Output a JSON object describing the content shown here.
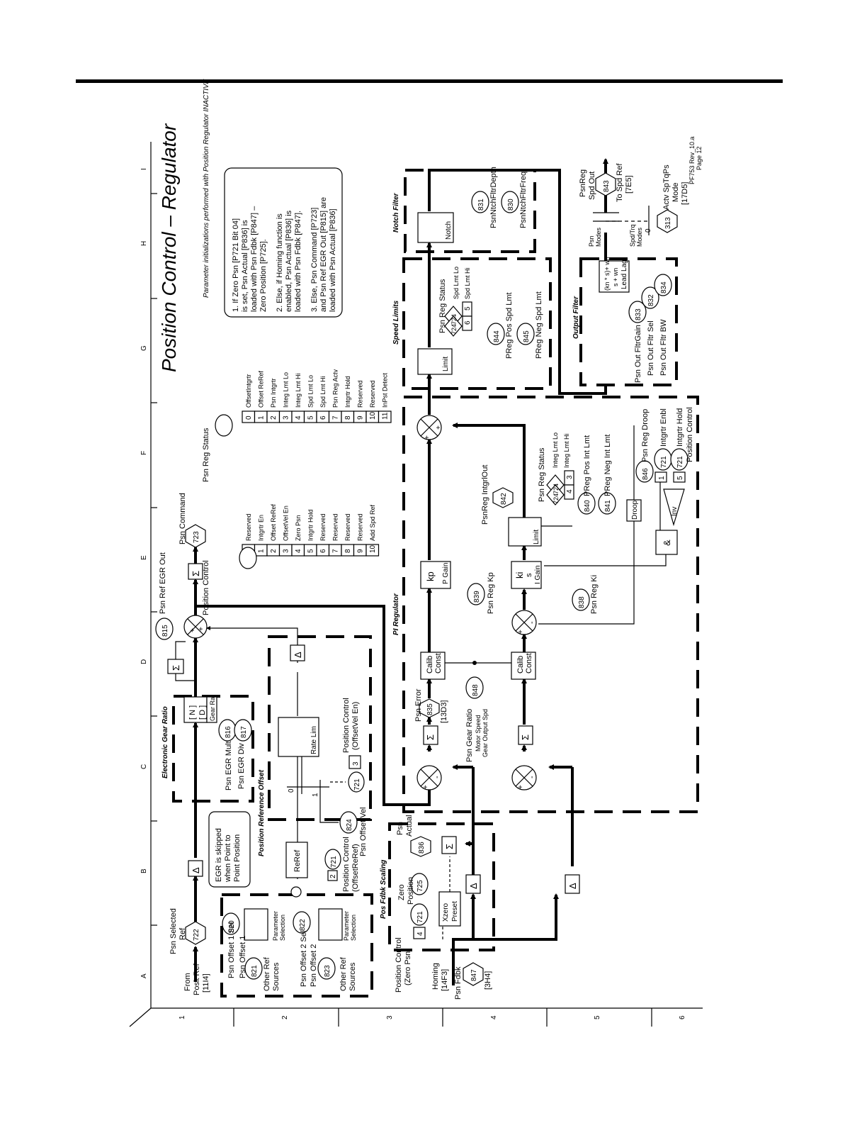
{
  "page": {
    "title": "Position Control – Regulator",
    "doc_ref": "PF753 Rev_10.a",
    "page_ref": "Page 12"
  },
  "grid": {
    "columns": [
      "A",
      "B",
      "C",
      "D",
      "E",
      "F",
      "G",
      "H",
      "I"
    ],
    "rows": [
      "1",
      "2",
      "3",
      "4",
      "5",
      "6"
    ]
  },
  "notes": {
    "init_heading": "Parameter initializations performed with Position Regulator INACTIVE",
    "init_items": [
      "1. If Zero Psn [P721 Bit 04] is set, Psn Actual [P836] is loaded with Psn Fdbk [P847] – Zero Position [P725].",
      "2. Else, if Homing function is enabled, Psn Actual [P836] is loaded with Psn Fdbk [P847].",
      "3. Else, Psn Command [P723] and Psn Ref EGR Out [P815] are loaded with Psn Actual [P836]"
    ],
    "egr_skip": "EGR is skipped when Point to Point Position control is active."
  },
  "sections": {
    "egr": "Electronic Gear Ratio",
    "pro": "Position Reference Offset",
    "pi": "PI Regulator",
    "speed": "Speed Limits",
    "notch": "Notch Filter",
    "output": "Output Filter",
    "pfs": "Pos Fdbk Scaling"
  },
  "position_control_table": {
    "title": "Position Control",
    "param": "721",
    "bits": [
      {
        "n": "0",
        "name": "Reserved"
      },
      {
        "n": "1",
        "name": "Intgrtr En"
      },
      {
        "n": "2",
        "name": "Offset ReRef"
      },
      {
        "n": "3",
        "name": "OffsetVel En"
      },
      {
        "n": "4",
        "name": "Zero Psn"
      },
      {
        "n": "5",
        "name": "Intgrtr Hold"
      },
      {
        "n": "6",
        "name": "Reserved"
      },
      {
        "n": "7",
        "name": "Reserved"
      },
      {
        "n": "8",
        "name": "Reserved"
      },
      {
        "n": "9",
        "name": "Reserved"
      },
      {
        "n": "10",
        "name": "Add Spd Ref"
      }
    ]
  },
  "psn_reg_status_table": {
    "title": "Psn Reg Status",
    "param": "724",
    "bits": [
      {
        "n": "0",
        "name": "OffsetIntgrtr"
      },
      {
        "n": "1",
        "name": "Offset ReRef"
      },
      {
        "n": "2",
        "name": "Psn Intgrtr"
      },
      {
        "n": "3",
        "name": "Integ Lmt Lo"
      },
      {
        "n": "4",
        "name": "Integ Lmt Hi"
      },
      {
        "n": "5",
        "name": "Spd Lmt Lo"
      },
      {
        "n": "6",
        "name": "Spd Lmt Hi"
      },
      {
        "n": "7",
        "name": "Psn Reg Actv"
      },
      {
        "n": "8",
        "name": "Intgrtr Hold"
      },
      {
        "n": "9",
        "name": "Reserved"
      },
      {
        "n": "10",
        "name": "Reserved"
      },
      {
        "n": "11",
        "name": "InPst Detect"
      }
    ]
  },
  "labels": {
    "from_posit_ref": "From",
    "posit_ref_l2": "Posit Ref",
    "posit_ref_l3": "[11I4]",
    "psn_selected_ref": "Psn Selected",
    "psn_selected_ref_l2": "Ref",
    "p722": "722",
    "psn_offset1_sel": "Psn Offset 1 Sel",
    "p820": "820",
    "psn_offset1": "Psn Offset 1",
    "p821": "821",
    "other_ref_sources": "Other Ref",
    "other_ref_sources_l2": "Sources",
    "param_sel": "Parameter",
    "param_sel_l2": "Selection",
    "psn_offset2_sel": "Psn Offset 2 Sel",
    "p822": "822",
    "psn_offset2": "Psn Offset 2",
    "p823": "823",
    "reref": "ReRef",
    "pc_offset_reref": "Position Control",
    "pc_offset_reref_l2": "(OffsetReRef)",
    "p721": "721",
    "bit2": "2",
    "bit3": "3",
    "bit4": "4",
    "bit1": "1",
    "bit5": "5",
    "rate_lim": "Rate Lim",
    "pc_offsetvel": "Position Control",
    "pc_offsetvel_l2": "(OffsetVel En)",
    "psn_offset_vel": "Psn Offset Vel",
    "p824": "824",
    "sw0": "0",
    "sw1": "1",
    "psn_egr_mult": "Psn EGR Mult",
    "p816": "816",
    "psn_egr_div": "Psn EGR Div",
    "p817": "817",
    "gear_rat": "Gear Rat",
    "egr_n": "[ N ]",
    "egr_d": "[ D ]",
    "sigma": "Σ",
    "delta": "Δ",
    "psn_ref_egr_out": "Psn Ref EGR Out",
    "p815": "815",
    "psn_command": "Psn Command",
    "p723": "723",
    "psn_error": "Psn Error",
    "p835": "835",
    "ref_13d3": "[13D3]",
    "calib": "Calib",
    "const": "Const",
    "p848": "848",
    "psn_gear_ratio": "Psn Gear Ratio",
    "motor_speed": "Motor Speed",
    "gear_output_spd": "Gear Output Spd",
    "kp": "kp",
    "p_gain": "P Gain",
    "p839": "839",
    "psn_reg_kp": "Psn Reg Kp",
    "ki": "ki",
    "s": "s",
    "i_gain": "I Gain",
    "p838": "838",
    "psn_reg_ki": "Psn Reg Ki",
    "psnreg_intgrl_out": "PsnReg IntgrlOut",
    "p842": "842",
    "limit": "Limit",
    "psn_reg_status": "Psn Reg Status",
    "p724": "724",
    "bit3s": "3",
    "bit4s": "4",
    "bit5s": "5",
    "bit6s": "6",
    "integ_lmt_lo": "Integ Lmt Lo",
    "integ_lmt_hi": "Integ Lmt Hi",
    "spd_lmt_lo": "Spd Lmt Lo",
    "spd_lmt_hi": "Spd Lmt Hi",
    "p840": "840",
    "preg_pos_int_lmt": "PReg Pos Int Lmt",
    "p841": "841",
    "preg_neg_int_lmt": "PReg Neg Int Lmt",
    "droop": "Droop",
    "p846": "846",
    "psn_reg_droop": "Psn Reg Droop",
    "intgrtr_enbl": "Intgrtr Enbl",
    "intgrtr_hold": "Intgrtr Hold",
    "position_control": "Position Control",
    "inv": "Inv",
    "and": "&",
    "p844": "844",
    "preg_pos_spd_lmt": "PReg Pos Spd Lmt",
    "p845": "845",
    "preg_neg_spd_lmt": "PReg Neg Spd Lmt",
    "notch": "Notch",
    "p831": "831",
    "psn_ntch_fltr_depth": "PsnNtchFltrDepth",
    "p830": "830",
    "psn_ntch_fltr_freq": "PsnNtchFltrFreq",
    "lead_lag": "Lead Lag",
    "lead_lag_fn": "(kn * s)+ wn",
    "lead_lag_fn2": "s + wn",
    "p833": "833",
    "psn_out_fltr_gain": "Psn Out FltrGain",
    "p832": "832",
    "psn_out_fltr_sel": "Psn Out Fltr Sel",
    "p834": "834",
    "psn_out_fltr_bw": "Psn Out Fltr BW",
    "psn_modes": "Psn",
    "psn_modes_l2": "Modes",
    "spd_trq_modes": "Spd/Trq",
    "spd_trq_modes_l2": "Modes",
    "zero": "0",
    "p313": "313",
    "actv_sptqps": "Actv SpTqPs",
    "actv_sptqps_l2": "Mode",
    "actv_ref": "[17D5]",
    "p843": "843",
    "psnreg_spd_out": "PsnReg",
    "psnreg_spd_out_l2": "Spd Out",
    "to_spd_ref": "To Spd Ref",
    "to_spd_ref_l2": "[7E5]",
    "pc_zero_psn": "Position Control",
    "pc_zero_psn_l2": "(Zero Psn)",
    "zero_position": "Zero",
    "zero_position_l2": "Position",
    "p725": "725",
    "xzero": "Xzero",
    "preset": "Preset",
    "psn_actual": "Psn",
    "psn_actual_l2": "Actual",
    "p836": "836",
    "homing": "Homing",
    "homing_ref": "[14F3]",
    "psn_fdbk": "Psn Fdbk",
    "p847": "847",
    "psn_fdbk_ref": "[3H4]",
    "plus": "+",
    "minus": "-"
  }
}
